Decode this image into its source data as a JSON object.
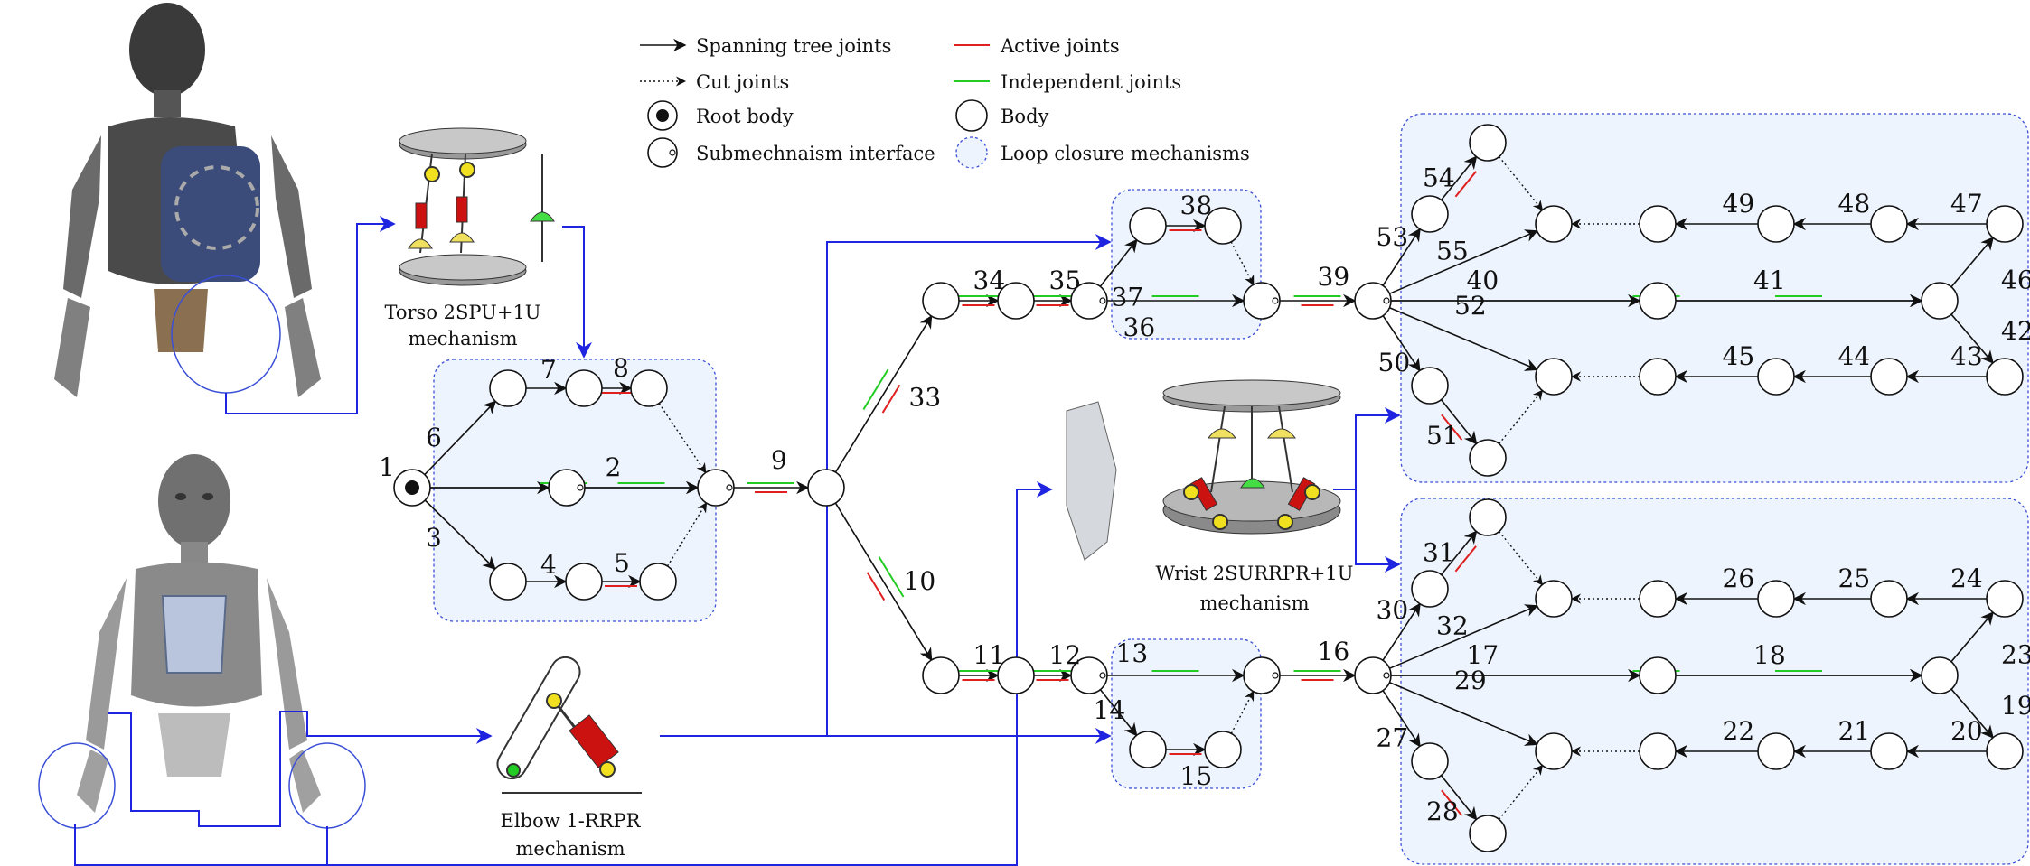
{
  "legend": {
    "spanning": "Spanning tree joints",
    "cut": "Cut joints",
    "root": "Root body",
    "interface": "Submechnaism interface",
    "active": "Active joints",
    "independent": "Independent joints",
    "body": "Body",
    "loop": "Loop closure mechanisms"
  },
  "captions": {
    "torso_1": "Torso 2SPU+1U",
    "torso_2": "mechanism",
    "wrist_1": "Wrist 2SURRPR+1U",
    "wrist_2": "mechanism",
    "elbow_1": "Elbow 1-RRPR",
    "elbow_2": "mechanism"
  },
  "joints": [
    "1",
    "2",
    "3",
    "4",
    "5",
    "6",
    "7",
    "8",
    "9",
    "10",
    "11",
    "12",
    "13",
    "14",
    "15",
    "16",
    "17",
    "18",
    "19",
    "20",
    "21",
    "22",
    "23",
    "24",
    "25",
    "26",
    "27",
    "28",
    "29",
    "30",
    "31",
    "32",
    "33",
    "34",
    "35",
    "36",
    "37",
    "38",
    "39",
    "40",
    "41",
    "42",
    "43",
    "44",
    "45",
    "46",
    "47",
    "48",
    "49",
    "50",
    "51",
    "52",
    "53",
    "54",
    "55"
  ],
  "colors": {
    "active": "#e02020",
    "independent": "#22cc22",
    "link": "#1f24e0",
    "loop_fill": "#eef4fd"
  }
}
